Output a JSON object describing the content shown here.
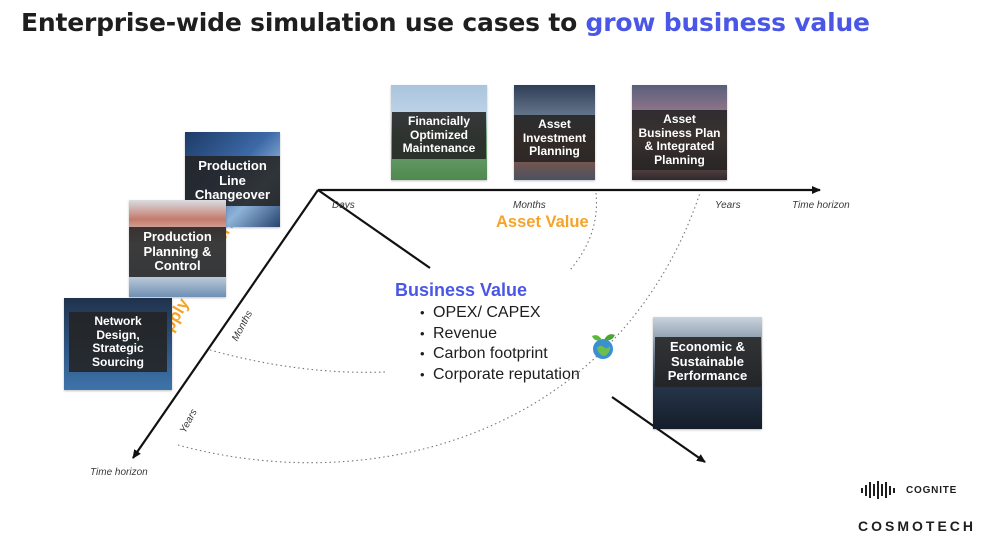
{
  "title": {
    "prefix": "Enterprise-wide simulation use cases to ",
    "highlight": "grow business value"
  },
  "axes": {
    "horizontal": {
      "ticks": [
        "Days",
        "Months",
        "Years"
      ],
      "end_label": "Time horizon"
    },
    "diagonal": {
      "ticks": [
        "Months",
        "Years"
      ],
      "end_label": "Time horizon"
    }
  },
  "asset_value_label": "Asset Value",
  "supply_chain_label": "Supply Chain Performance",
  "business_value": {
    "title": "Business Value",
    "items": [
      "OPEX/ CAPEX",
      "Revenue",
      "Carbon footprint",
      "Corporate reputation"
    ]
  },
  "tiles": {
    "financially_optimized_maintenance": "Financially\nOptimized\nMaintenance",
    "asset_investment_planning": "Asset\nInvestment\nPlanning",
    "asset_business_plan": "Asset\nBusiness Plan\n& Integrated\nPlanning",
    "production_line_changeover": "Production\nLine\nChangeover",
    "production_planning_control": "Production\nPlanning &\nControl",
    "network_design": "Network\nDesign,\nStrategic\nSourcing",
    "economic_sustainable": "Economic &\nSustainable\nPerformance"
  },
  "logos": {
    "cognite": "COGNITE",
    "cosmotech": "COSMOTECH"
  },
  "colors": {
    "accent_blue": "#4a57e6",
    "accent_orange": "#f5a32b",
    "tile_label_bg": "#232323"
  }
}
